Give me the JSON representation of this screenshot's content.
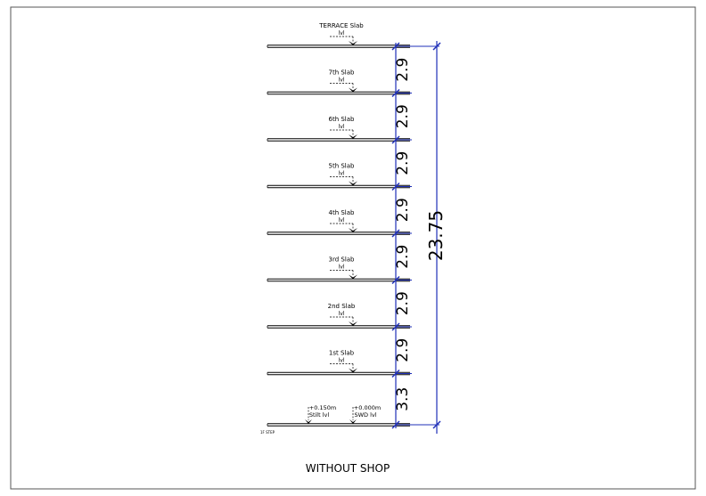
{
  "title": "WITHOUT SHOP",
  "footnote": "1F STEP",
  "colors": {
    "dimension": "#1f2fb8",
    "line": "#000000",
    "frame": "#555555"
  },
  "levels": [
    {
      "name": "TERRACE Slab",
      "sub": "lvl"
    },
    {
      "name": "7th Slab",
      "sub": "lvl"
    },
    {
      "name": "6th Slab",
      "sub": "lvl"
    },
    {
      "name": "5th Slab",
      "sub": "lvl"
    },
    {
      "name": "4th Slab",
      "sub": "lvl"
    },
    {
      "name": "3rd Slab",
      "sub": "lvl"
    },
    {
      "name": "2nd Slab",
      "sub": "lvl"
    },
    {
      "name": "1st Slab",
      "sub": "lvl"
    }
  ],
  "ground_markers": [
    {
      "value": "+0.150m",
      "label": "Stilt lvl"
    },
    {
      "value": "+0.000m",
      "label": "SWD lvl"
    }
  ],
  "floor_dimensions": [
    "2.9",
    "2.9",
    "2.9",
    "2.9",
    "2.9",
    "2.9",
    "2.9",
    "3.3"
  ],
  "total_dimension": "23.75"
}
